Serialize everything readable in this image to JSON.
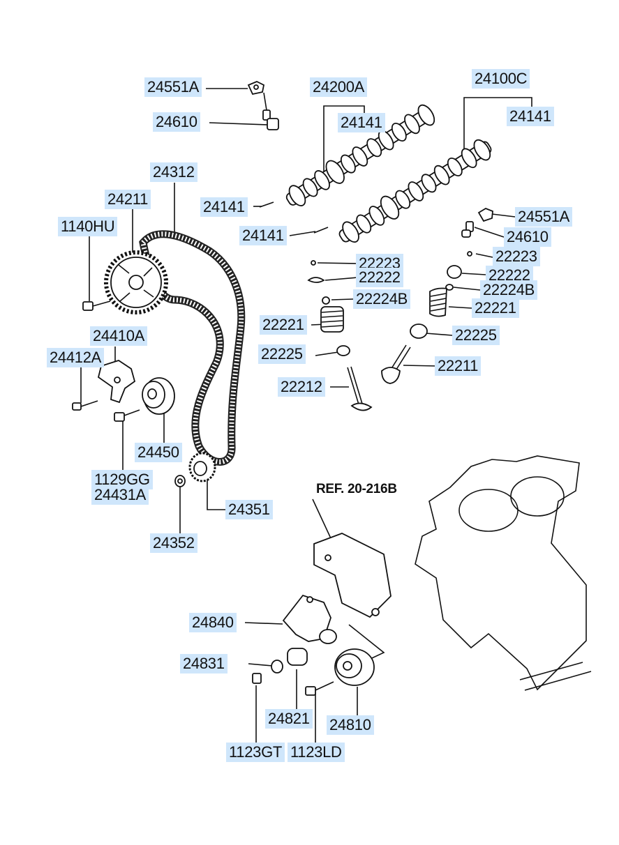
{
  "diagram": {
    "ref_note": "REF. 20-216B",
    "labels": {
      "p24551A_top": "24551A",
      "p24610_top": "24610",
      "p24200A": "24200A",
      "p24141_a": "24141",
      "p24100C": "24100C",
      "p24141_b": "24141",
      "p24312": "24312",
      "p24211": "24211",
      "p1140HU": "1140HU",
      "p24141_c": "24141",
      "p24141_d": "24141",
      "p24551A_right": "24551A",
      "p24610_right": "24610",
      "p22223_right": "22223",
      "p22223_left": "22223",
      "p22222_left": "22222",
      "p22222_right": "22222",
      "p22224B_right": "22224B",
      "p22224B_left": "22224B",
      "p22221_right": "22221",
      "p22221_left": "22221",
      "p24410A": "24410A",
      "p22225_right": "22225",
      "p24412A": "24412A",
      "p22225_left": "22225",
      "p22211": "22211",
      "p22212": "22212",
      "p24450": "24450",
      "p1129GG": "1129GG",
      "p24431A": "24431A",
      "p24351": "24351",
      "p24352": "24352",
      "p24840": "24840",
      "p24831": "24831",
      "p24821": "24821",
      "p24810": "24810",
      "p1123GT": "1123GT",
      "p1123LD": "1123LD"
    }
  }
}
